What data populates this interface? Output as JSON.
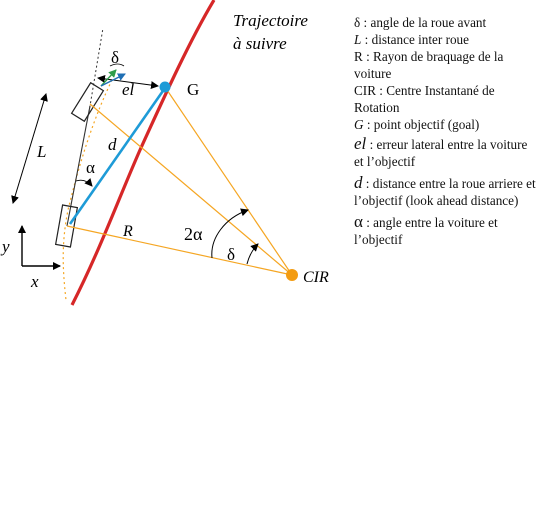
{
  "diagram": {
    "trajectory_label_line1": "Trajectoire",
    "trajectory_label_line2": "à suivre",
    "goal_label": "G",
    "cir_label": "CIR",
    "delta_wheel": "δ",
    "el_label": "el",
    "L_label": "L",
    "d_label": "d",
    "alpha_label": "α",
    "R_label": "R",
    "two_alpha_label": "2α",
    "delta_center": "δ",
    "axis_y": "y",
    "axis_x": "x",
    "colors": {
      "trajectory": "#d62728",
      "construction": "#f5a623",
      "lookahead": "#1e9bd7",
      "goal_point": "#1e9bd7",
      "cir_point": "#f39c12",
      "heading_arrow": "#2e9d4a",
      "wheel_arrow": "#1f6fb4"
    }
  },
  "legend": [
    {
      "sym": "δ",
      "text": " : angle de la roue avant"
    },
    {
      "sym": "L",
      "text": " : distance inter roue"
    },
    {
      "sym": "R",
      "text": " : Rayon de braquage de la voiture"
    },
    {
      "sym": "CIR",
      "text": " : Centre Instantané de Rotation"
    },
    {
      "sym": "G",
      "text": " : point objectif (goal)"
    },
    {
      "sym": "el",
      "text": " : erreur lateral entre la voiture et l’objectif"
    },
    {
      "sym": "d",
      "text": " : distance entre la roue arriere et l’objectif (look ahead distance)"
    },
    {
      "sym": "α",
      "text": " : angle entre la voiture et l’objectif"
    }
  ]
}
